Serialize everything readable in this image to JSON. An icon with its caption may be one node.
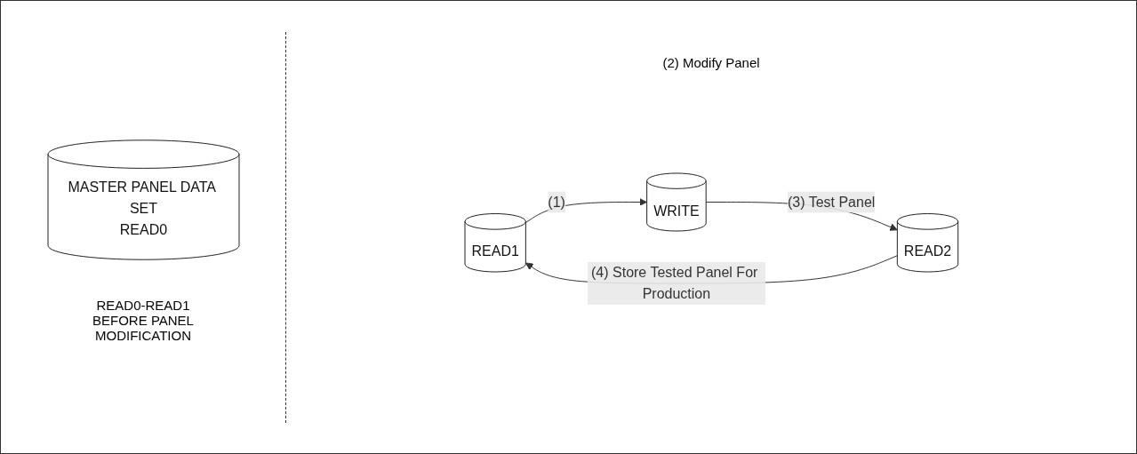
{
  "diagram": {
    "nodes": [
      {
        "text": [
          "MASTER PANEL DATA SET",
          "READ0"
        ],
        "beside": [
          "READ0-READ1 BEFORE PANEL MODIFICATION"
        ]
      },
      {
        "text": [
          "READ1"
        ]
      },
      {
        "text": [
          "READ2"
        ]
      },
      {
        "text": [
          "WRITE"
        ]
      }
    ],
    "edges": [
      {
        "from": 1,
        "to": 3,
        "arrow": "to",
        "label": "(1)"
      },
      {
        "from": 3,
        "to": 2,
        "arrow": "to",
        "label": "(3) Test Panel"
      },
      {
        "from": 2,
        "to": 1,
        "arrow": "to",
        "label": "(4) Store Tested Panel For Production"
      }
    ],
    "labels": [
      "(2) Modify Panel"
    ]
  }
}
